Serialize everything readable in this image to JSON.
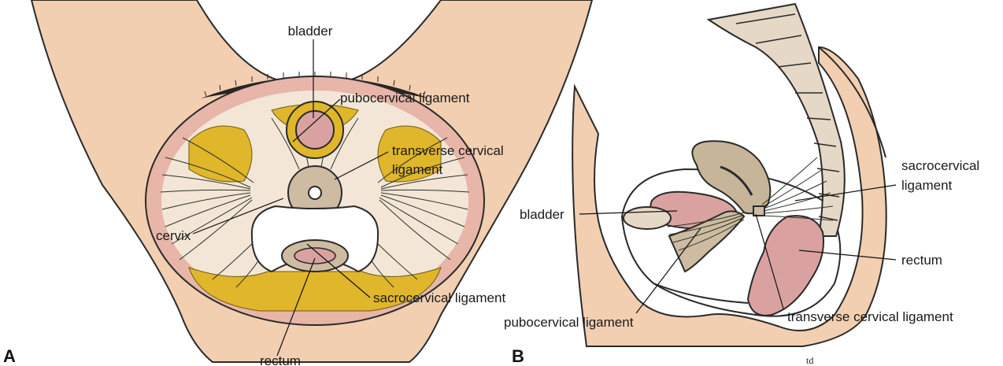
{
  "panel_a": {
    "letter": "A",
    "labels": {
      "bladder": "bladder",
      "pubocervical": "pubocervical ligament",
      "transverse_line1": "transverse cervical",
      "transverse_line2": "ligament",
      "cervix": "cervix",
      "sacrocervical": "sacrocervical ligament",
      "rectum": "rectum"
    }
  },
  "panel_b": {
    "letter": "B",
    "labels": {
      "sacrocervical_line1": "sacrocervical",
      "sacrocervical_line2": "ligament",
      "bladder": "bladder",
      "rectum": "rectum",
      "pubocervical": "pubocervical ligament",
      "transverse": "transverse cervical ligament"
    },
    "signature": "td"
  },
  "colors": {
    "skin": "#f2cfb1",
    "fat": "#e0b62a",
    "mucosa": "#d9a2a0",
    "cervix": "#cdbba2",
    "uterus": "#c7b59a",
    "spine": "#e6d8c6",
    "fiber": "#2d3325"
  }
}
